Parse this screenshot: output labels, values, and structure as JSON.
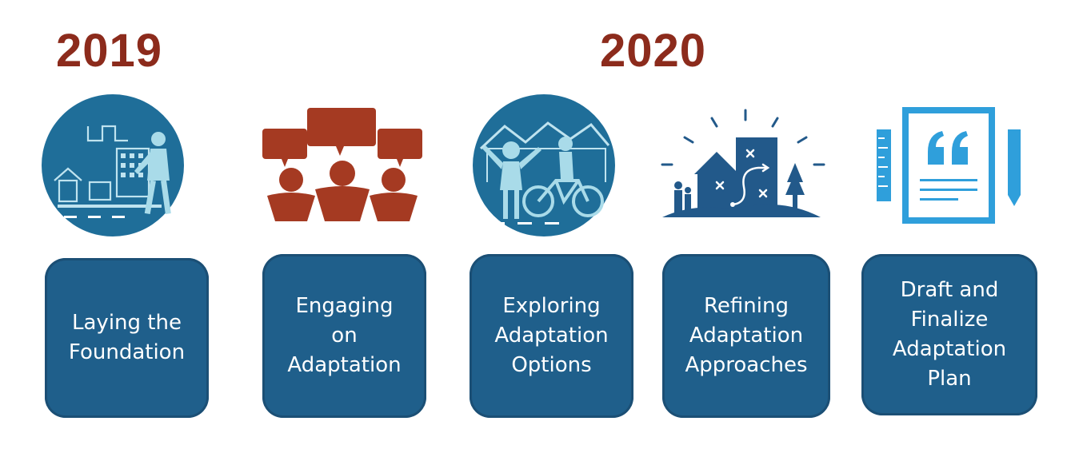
{
  "timeline": {
    "years": [
      "2019",
      "2020"
    ],
    "stages": [
      {
        "label": "Laying the\nFoundation",
        "icon": "city-pedestrian-icon"
      },
      {
        "label": "Engaging\non\nAdaptation",
        "icon": "community-speech-icon"
      },
      {
        "label": "Exploring\nAdaptation\nOptions",
        "icon": "recreation-cyclist-icon"
      },
      {
        "label": "Refining\nAdaptation\nApproaches",
        "icon": "strategy-map-icon"
      },
      {
        "label": "Draft and\nFinalize\nAdaptation\nPlan",
        "icon": "plan-document-icon"
      }
    ]
  },
  "colors": {
    "year_text": "#8c2b1c",
    "stage_box": "#1f5f8b",
    "circle_icon": "#1f6e99",
    "speech_icon": "#a53a22",
    "map_icon": "#22598a",
    "document_icon": "#2f9fdb"
  }
}
